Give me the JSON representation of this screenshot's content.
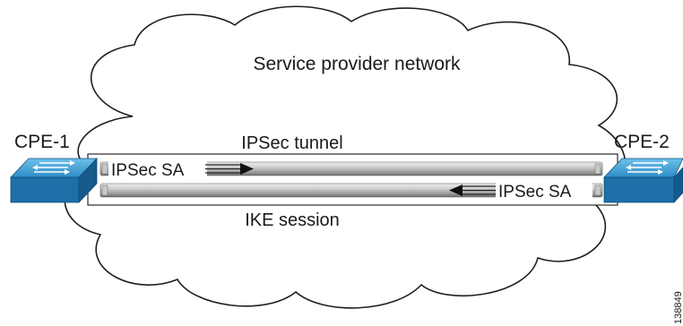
{
  "cloud_label": "Service provider network",
  "left_device": {
    "label": "CPE-1",
    "icon": "switch-icon"
  },
  "right_device": {
    "label": "CPE-2",
    "icon": "switch-icon"
  },
  "tunnel_label": "IPSec tunnel",
  "session_label": "IKE session",
  "sa_outbound_label": "IPSec SA",
  "sa_inbound_label": "IPSec SA",
  "figure_id": "138849",
  "colors": {
    "cloud_stroke": "#1f1f1f",
    "switch_top": "#4aa3d6",
    "switch_front": "#1d6fa8",
    "switch_side": "#155a8a",
    "pipe_light": "#d9d9d9",
    "pipe_dark": "#7d7d7d"
  }
}
